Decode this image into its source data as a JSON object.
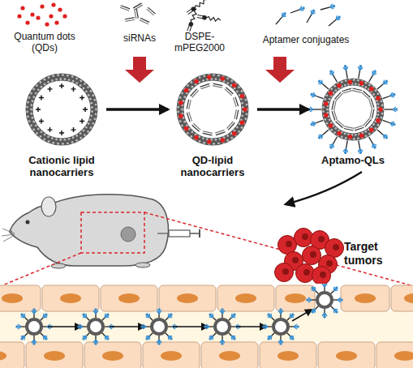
{
  "diagram": {
    "nodes": [
      {
        "text": [
          "Cationic lipid nanocarriers"
        ]
      },
      {
        "text": [
          "QD-lipid nanocarriers"
        ]
      },
      {
        "text": [
          "Aptamo-QLs"
        ]
      },
      {
        "text": [
          "Target tumors"
        ]
      }
    ],
    "edges": [
      {
        "from": 0,
        "to": 1,
        "arrow": "to"
      },
      {
        "from": 1,
        "to": 2,
        "arrow": "to"
      }
    ],
    "labels": [
      "Quantum dots (QDs)",
      "siRNAs",
      "DSPE-mPEG2000",
      "Aptamer conjugates"
    ]
  }
}
